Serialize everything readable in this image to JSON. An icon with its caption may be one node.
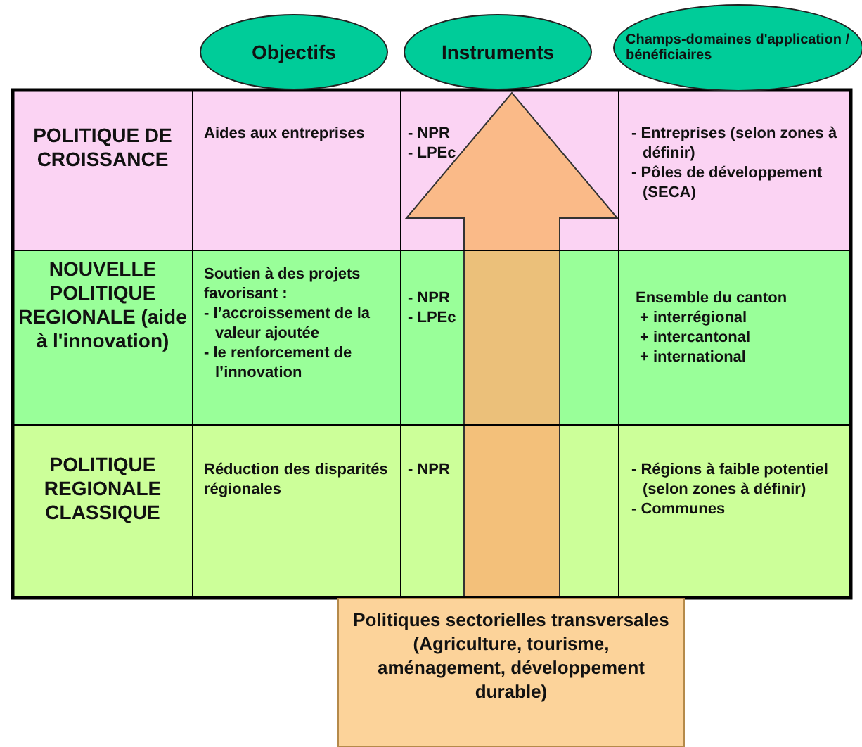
{
  "diagram": {
    "nodes": [
      {
        "text": [
          "Objectifs"
        ]
      },
      {
        "text": [
          "Instruments"
        ]
      },
      {
        "text": [
          "Champs-domaines d'application / bénéficiaires"
        ]
      },
      {
        "text": [
          "Politiques sectorielles transversales (Agriculture, tourisme, aménagement, développement durable)"
        ]
      }
    ],
    "edges": [
      {
        "from": 3,
        "to": 1,
        "arrow": "to"
      }
    ],
    "labels": [
      "POLITIQUE DE CROISSANCE",
      "Aides aux entreprises",
      "- NPR",
      "- LPEc",
      "- Entreprises (selon zones à définir)",
      "- Pôles de développement (SECA)",
      "NOUVELLE POLITIQUE REGIONALE (aide à l'innovation)",
      "Soutien à des projets favorisant :",
      "- l’accroissement de la valeur ajoutée",
      "- le renforcement de l’innovation",
      "- NPR",
      "- LPEc",
      "Ensemble du canton",
      "+ interrégional",
      "+ intercantonal",
      "+ international",
      "POLITIQUE REGIONALE CLASSIQUE",
      "Réduction des disparités régionales",
      "- NPR",
      "- Régions à faible potentiel (selon zones à définir)",
      "- Communes"
    ]
  }
}
